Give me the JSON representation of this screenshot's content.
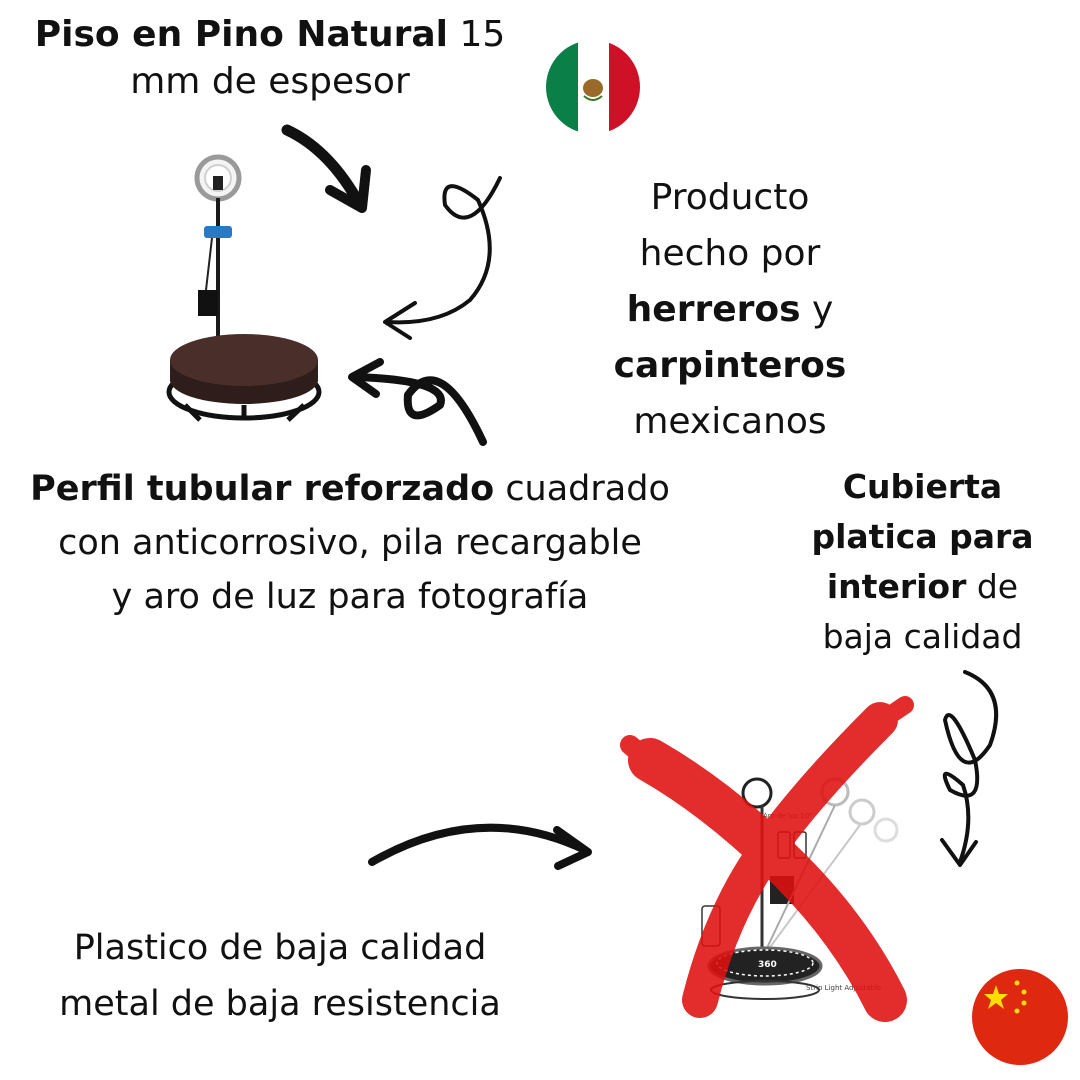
{
  "colors": {
    "mexico_green": "#0b7f48",
    "mexico_red": "#ce1126",
    "china_red": "#de2910",
    "china_yellow": "#ffde00",
    "cross_red": "#e01010",
    "ink": "#111111",
    "table_top": "#4a2e2a"
  },
  "icons": [
    "mexico-flag-icon",
    "china-flag-icon",
    "arrow-icon",
    "red-x-mark-icon"
  ],
  "block1": {
    "bold": "Piso en Pino Natural",
    "rest1": " 15",
    "line2": "mm de espesor"
  },
  "block2": {
    "line1": "Producto",
    "line2": "hecho por",
    "bold1": "herreros",
    "mid": " y",
    "bold2": "carpinteros",
    "line5": "mexicanos"
  },
  "block3": {
    "bold": "Perfil tubular reforzado",
    "rest1": " cuadrado",
    "line2": "con anticorrosivo, pila recargable",
    "line3": "y aro de luz para fotografía"
  },
  "block4": {
    "bold1": "Cubierta",
    "bold2": "platica para",
    "bold3": "interior",
    "rest3": " de",
    "line4": "baja calidad"
  },
  "block5": {
    "line1": "Plastico de baja calidad",
    "line2": "metal de baja resistencia"
  },
  "product_labels": {
    "ring": "Aro de luz 10\"",
    "logo": "360",
    "strip": "Strip Light Adjustable"
  }
}
